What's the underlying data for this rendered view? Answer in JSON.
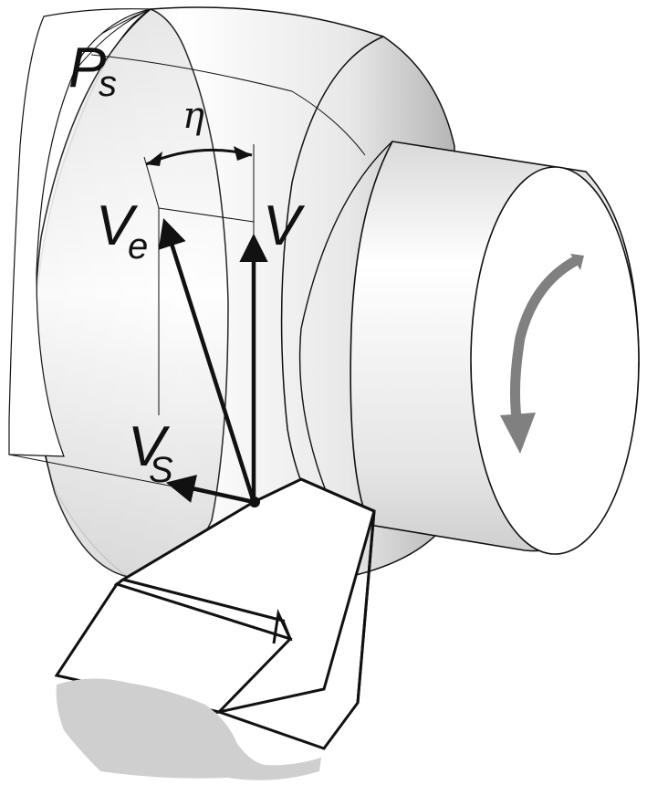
{
  "labels": {
    "plane_main": "P",
    "plane_sub": "s",
    "angle": "η",
    "effective_main": "V",
    "effective_sub": "e",
    "cutting_main": "V",
    "feed_main": "V",
    "feed_sub": "S"
  },
  "colors": {
    "outline": "#111111",
    "rotation_arrow": "#808080",
    "tool_shank_fill": "#cfcfcf"
  },
  "icons": {
    "rotation": "curved-arrow-icon"
  }
}
